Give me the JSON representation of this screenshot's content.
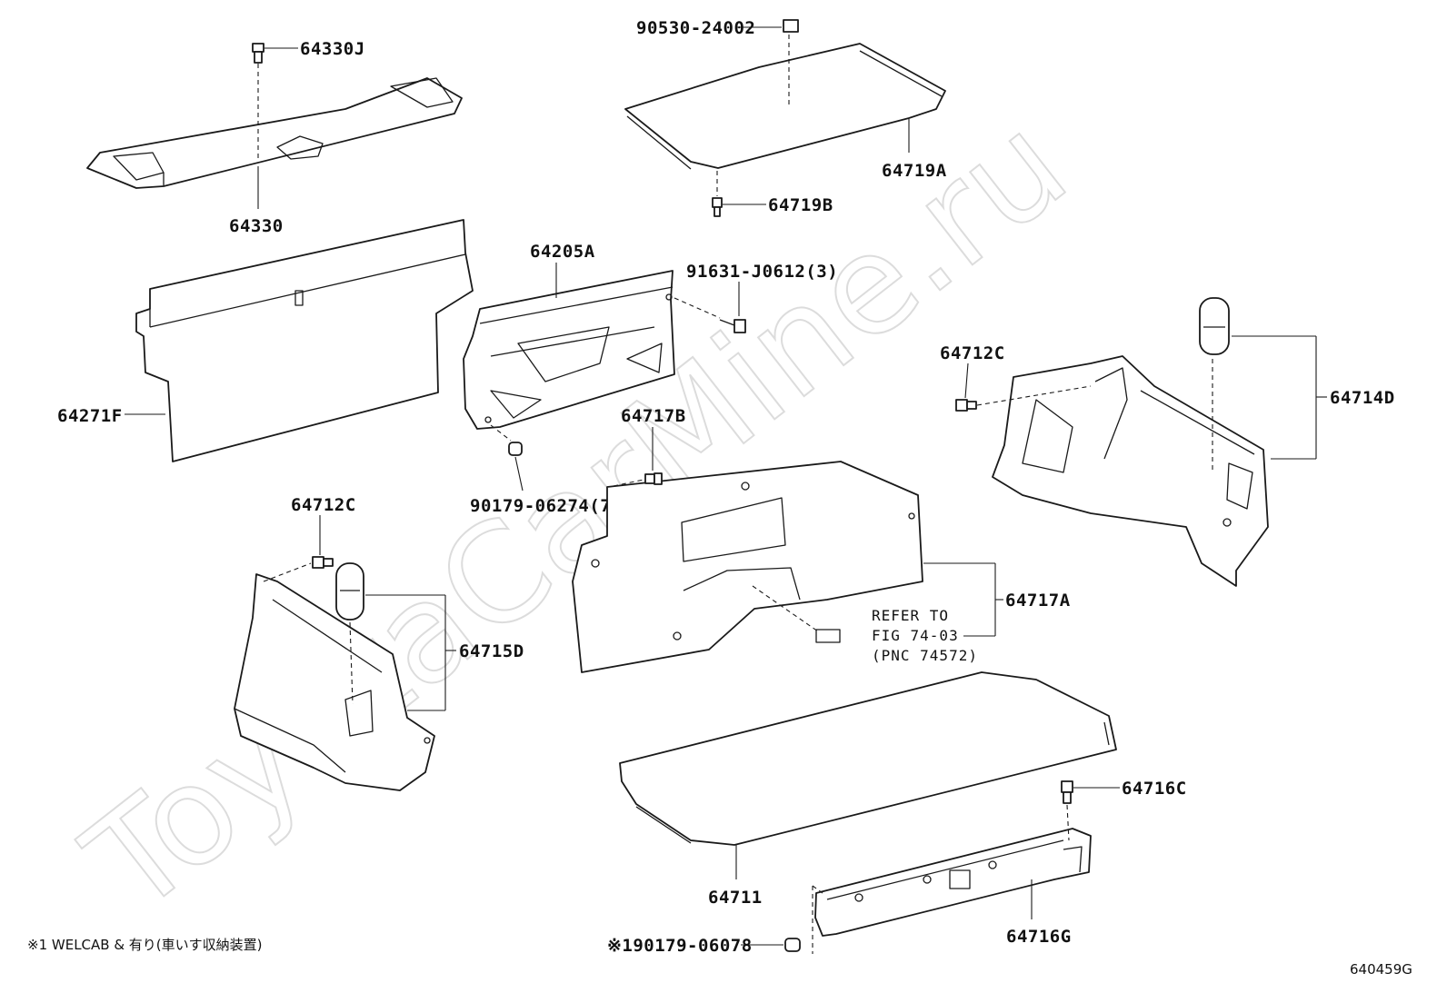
{
  "watermark": "ToyotaCarMine.ru",
  "figure_id": "640459G",
  "footnote": "※1 WELCAB & 有り(車いす収納装置)",
  "reference_note": {
    "line1": "REFER TO",
    "line2": "FIG 74-03",
    "line3": "(PNC 74572)"
  },
  "labels": {
    "p64330J": "64330J",
    "p64330": "64330",
    "p90530_24002": "90530-24002",
    "p64719A": "64719A",
    "p64719B": "64719B",
    "p64271F": "64271F",
    "p64205A": "64205A",
    "p91631_J0612": "91631-J0612(3)",
    "p90179_06274": "90179-06274(7)",
    "p64712C_right": "64712C",
    "p64714D": "64714D",
    "p64717B": "64717B",
    "p64717A": "64717A",
    "p64712C_left": "64712C",
    "p64715D": "64715D",
    "p64716C": "64716C",
    "p64711": "64711",
    "p64716G": "64716G",
    "p90179_06078": "※190179-06078"
  }
}
